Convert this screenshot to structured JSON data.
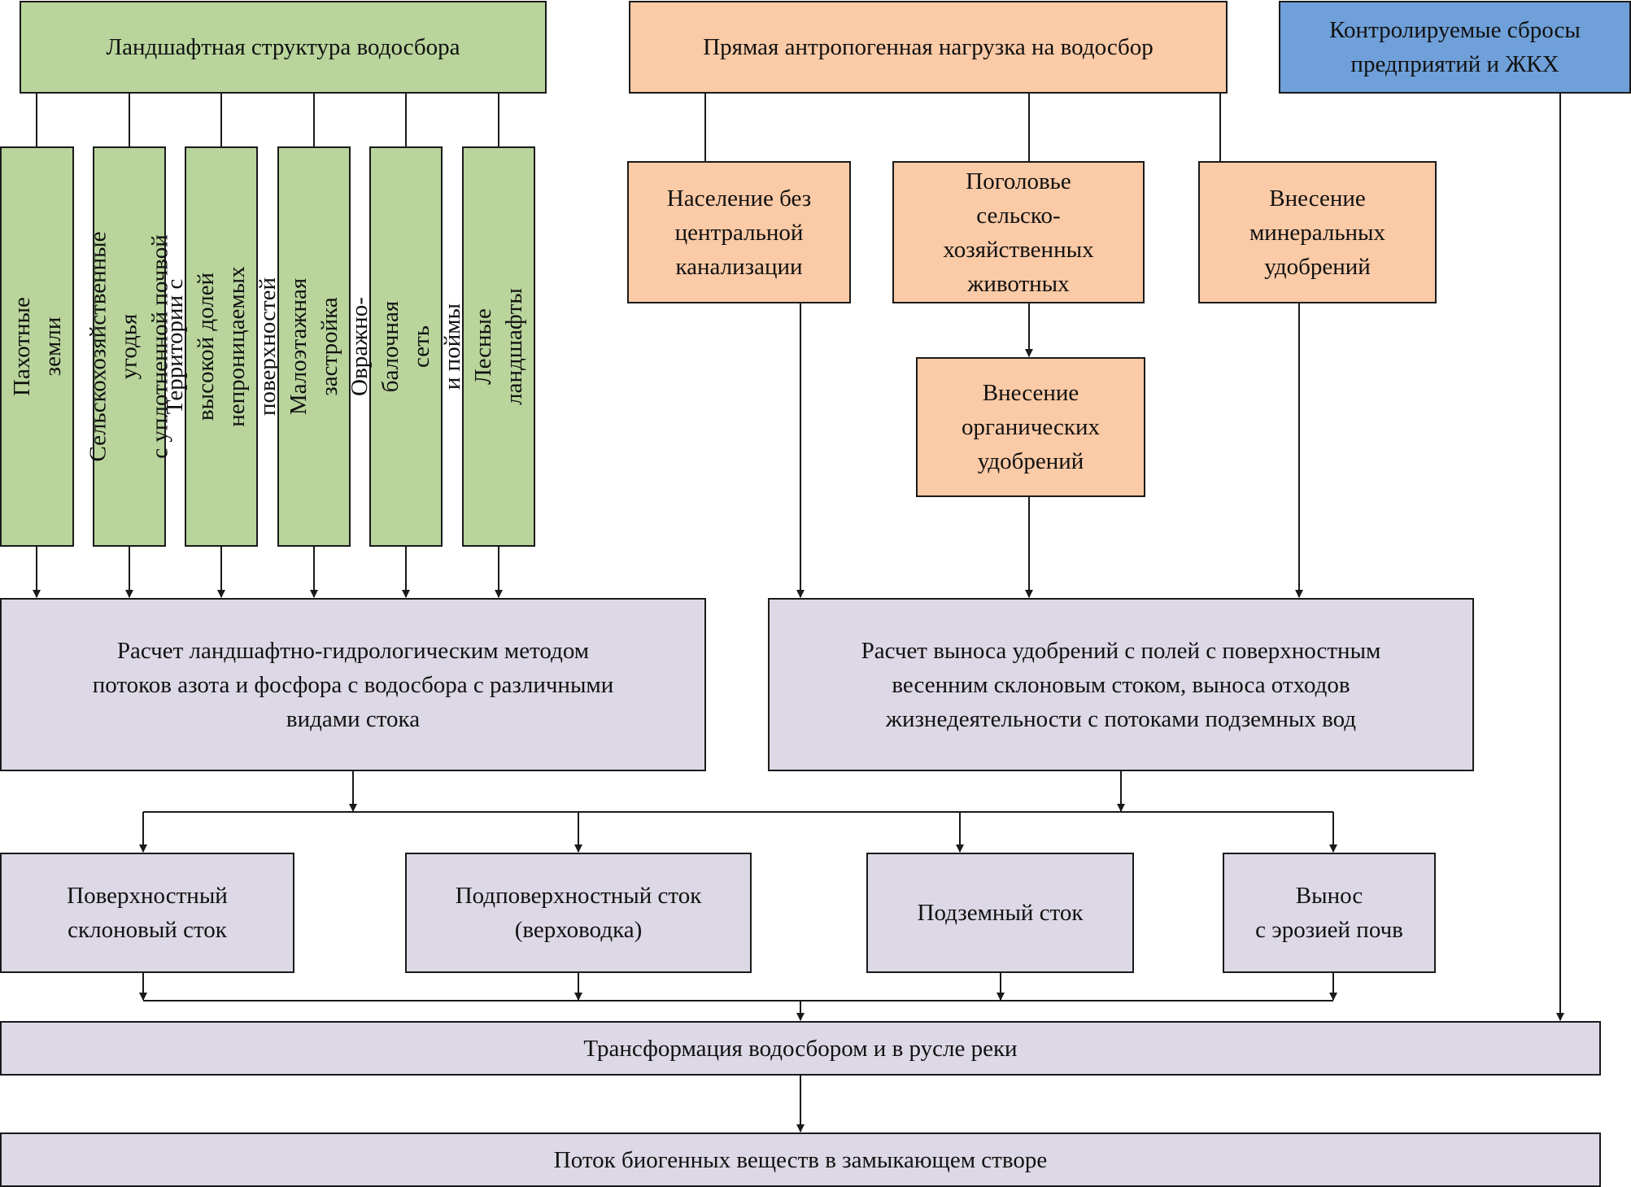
{
  "landscape": {
    "header": "Ландшафтная структура водосбора",
    "items": [
      "Пахотные земли",
      "Сельскохозяйственные угодья\nс уплотненной почвой",
      "Территории с высокой долей\nнепроницаемых поверхностей",
      "Малоэтажная застройка",
      "Овражно-балочная сеть\nи поймы",
      "Лесные ландшафты"
    ],
    "calc": "Расчет ландшафтно-гидрологическим методом\nпотоков азота и фосфора с водосбора с различными\nвидами стока"
  },
  "anthropogenic": {
    "header": "Прямая антропогенная нагрузка на водосбор",
    "population": "Население без\nцентральной\nканализации",
    "livestock": "Поголовье\nсельско-\nхозяйственных\nживотных",
    "mineral": "Внесение\nминеральных\nудобрений",
    "organic": "Внесение\nорганических\nудобрений",
    "calc": "Расчет выноса удобрений с полей с поверхностным\nвесенним склоновым стоком, выноса отходов\nжизнедеятельности с потоками подземных вод"
  },
  "controlled": {
    "header": "Контролируемые сбросы\nпредприятий и ЖКХ"
  },
  "runoff": {
    "surface": "Поверхностный\nсклоновый сток",
    "subsurface": "Подповерхностный сток\n(верховодка)",
    "underground": "Подземный сток",
    "erosion": "Вынос\nс эрозией почв"
  },
  "transformation": "Трансформация водосбором и в русле реки",
  "outflow": "Поток биогенных веществ в замыкающем створе",
  "colors": {
    "green": "#b9d59c",
    "orange": "#fbcaa6",
    "blue": "#6fa0d9",
    "lilac": "#ddd8e5"
  }
}
